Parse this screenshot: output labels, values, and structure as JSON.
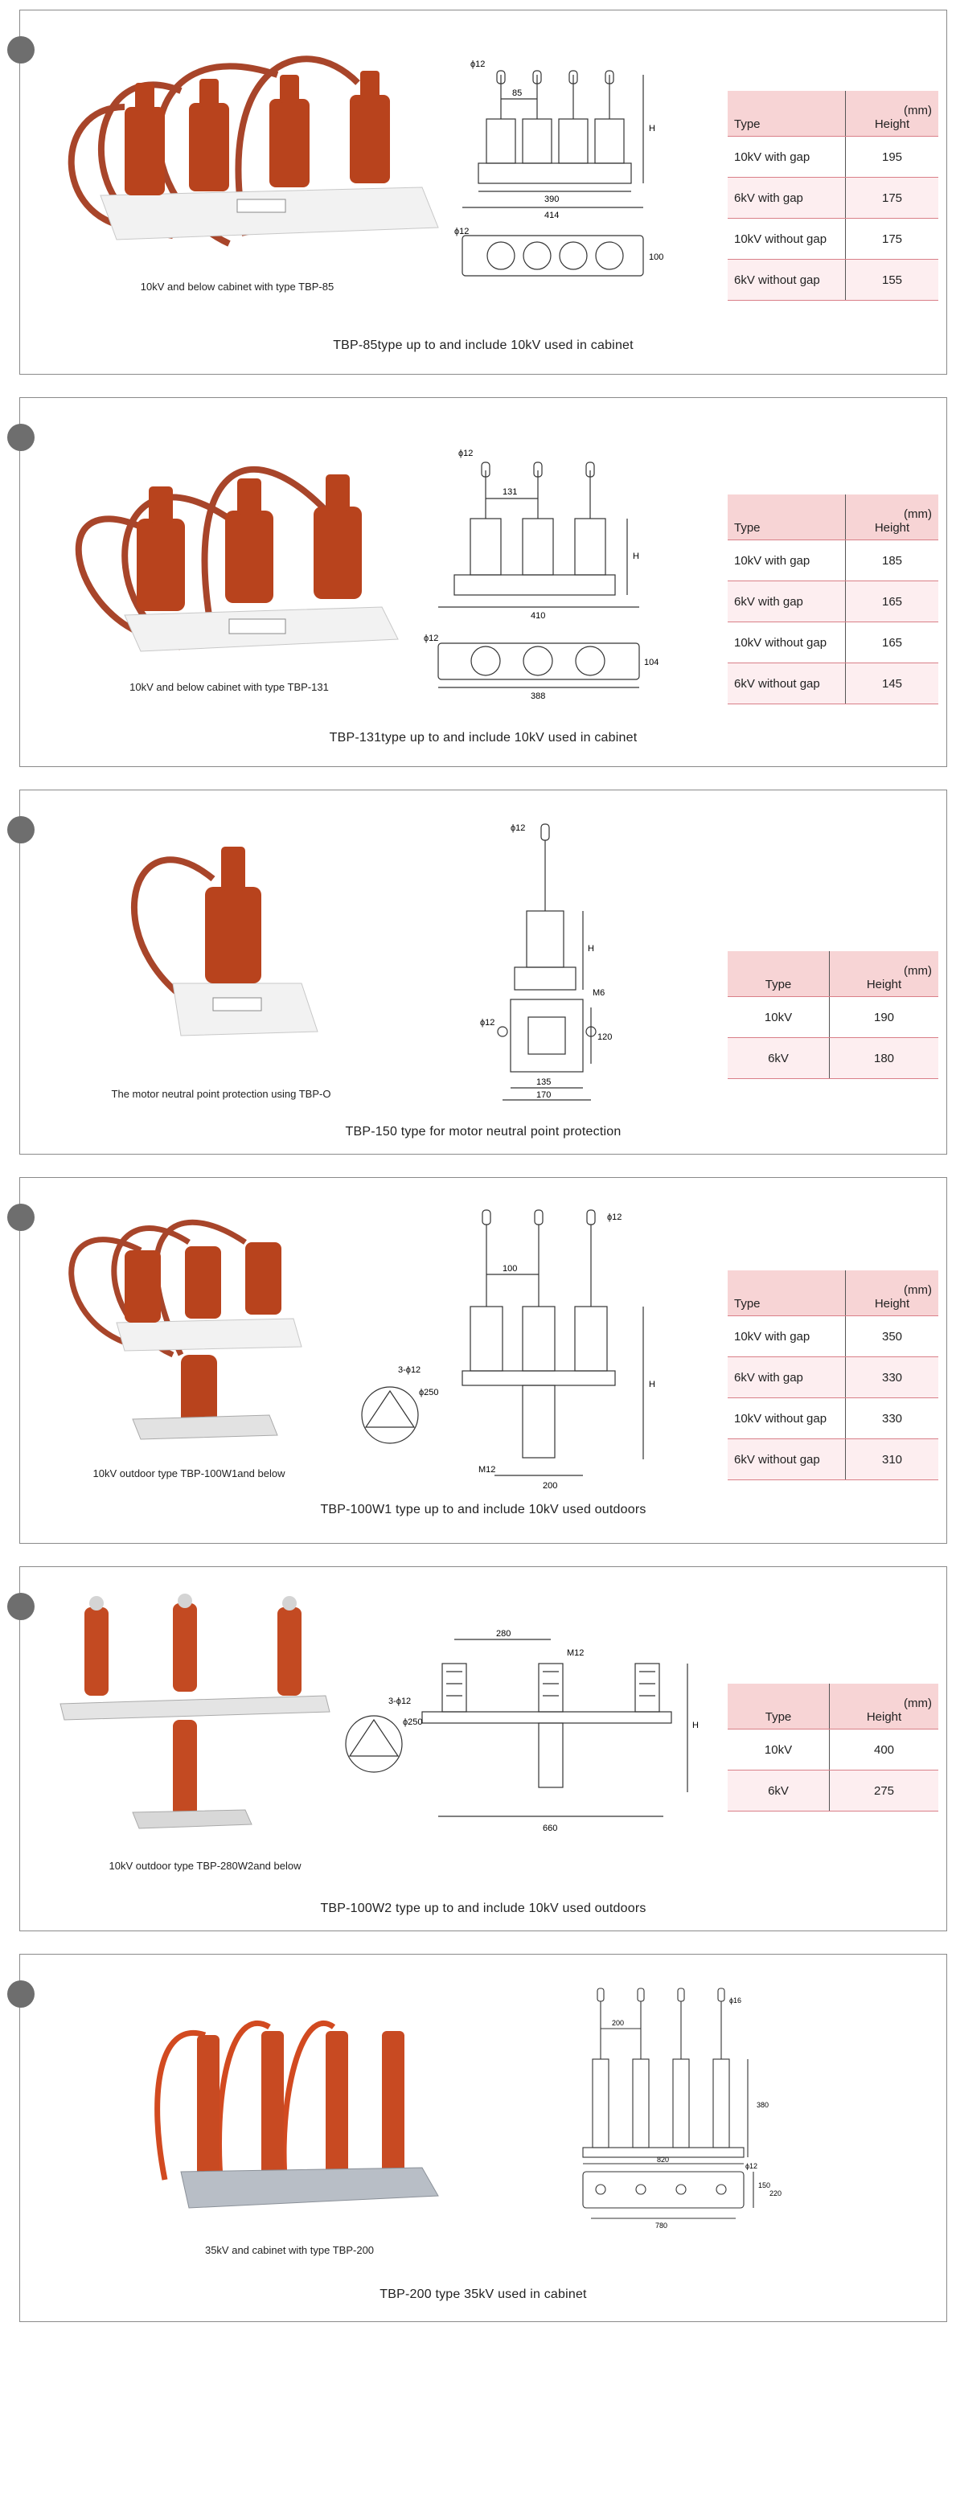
{
  "colors": {
    "porcelain": "#b8431d",
    "cable": "#a8452a",
    "base": "#f2f2f2",
    "header": "#f7d4d5",
    "alt": "#fdeef0"
  },
  "products": [
    {
      "caption": "10kV and below cabinet with type TBP-85",
      "title": "TBP-85type up to and include 10kV used in cabinet",
      "table": {
        "col_type": "Type",
        "col_height": "Height",
        "unit": "(mm)",
        "rows": [
          {
            "type": "10kV with gap",
            "height": "195"
          },
          {
            "type": "6kV with gap",
            "height": "175"
          },
          {
            "type": "10kV without gap",
            "height": "175"
          },
          {
            "type": "6kV without gap",
            "height": "155"
          }
        ]
      },
      "dims": {
        "phi": "ϕ12",
        "pitch": "85",
        "w1": "390",
        "w2": "414",
        "phi2": "ϕ12",
        "h": "H",
        "d": "100"
      }
    },
    {
      "caption": "10kV and below cabinet with type TBP-131",
      "title": "TBP-131type up to and include 10kV used in cabinet",
      "table": {
        "col_type": "Type",
        "col_height": "Height",
        "unit": "(mm)",
        "rows": [
          {
            "type": "10kV with gap",
            "height": "185"
          },
          {
            "type": "6kV with gap",
            "height": "165"
          },
          {
            "type": "10kV without gap",
            "height": "165"
          },
          {
            "type": "6kV without gap",
            "height": "145"
          }
        ]
      },
      "dims": {
        "phi": "ϕ12",
        "pitch": "131",
        "w1": "410",
        "w2": "388",
        "phi2": "ϕ12",
        "h": "H",
        "d": "104"
      }
    },
    {
      "caption": "The motor neutral point protection using TBP-O",
      "title": "TBP-150 type for motor neutral point protection",
      "table": {
        "col_type": "Type",
        "col_height": "Height",
        "unit": "(mm)",
        "rows": [
          {
            "type": "10kV",
            "height": "190"
          },
          {
            "type": "6kV",
            "height": "180"
          }
        ]
      },
      "dims": {
        "phi": "ϕ12",
        "m": "M6",
        "w1": "135",
        "w2": "170",
        "phi2": "ϕ12",
        "h": "H",
        "d": "120"
      }
    },
    {
      "caption": "10kV outdoor type TBP-100W1and below",
      "title": "TBP-100W1 type up to and include 10kV used outdoors",
      "table": {
        "col_type": "Type",
        "col_height": "Height",
        "unit": "(mm)",
        "rows": [
          {
            "type": "10kV with gap",
            "height": "350"
          },
          {
            "type": "6kV with gap",
            "height": "330"
          },
          {
            "type": "10kV without gap",
            "height": "330"
          },
          {
            "type": "6kV without gap",
            "height": "310"
          }
        ]
      },
      "dims": {
        "phi": "ϕ12",
        "pitch": "100",
        "holes": "3-ϕ12",
        "circle": "ϕ250",
        "m": "M12",
        "w1": "200",
        "h": "H"
      }
    },
    {
      "caption": "10kV outdoor type TBP-280W2and below",
      "title": "TBP-100W2 type up to and include 10kV used outdoors",
      "table": {
        "col_type": "Type",
        "col_height": "Height",
        "unit": "(mm)",
        "rows": [
          {
            "type": "10kV",
            "height": "400"
          },
          {
            "type": "6kV",
            "height": "275"
          }
        ]
      },
      "dims": {
        "pitch": "280",
        "m": "M12",
        "holes": "3-ϕ12",
        "circle": "ϕ250",
        "w1": "660",
        "h": "H"
      }
    },
    {
      "caption": "35kV and cabinet with type TBP-200",
      "title": "TBP-200 type 35kV used in cabinet",
      "dims": {
        "phi": "ϕ16",
        "pitch": "200",
        "w1": "820",
        "w2": "780",
        "phi2": "ϕ12",
        "h": "380",
        "d1": "150",
        "d2": "220"
      }
    }
  ]
}
